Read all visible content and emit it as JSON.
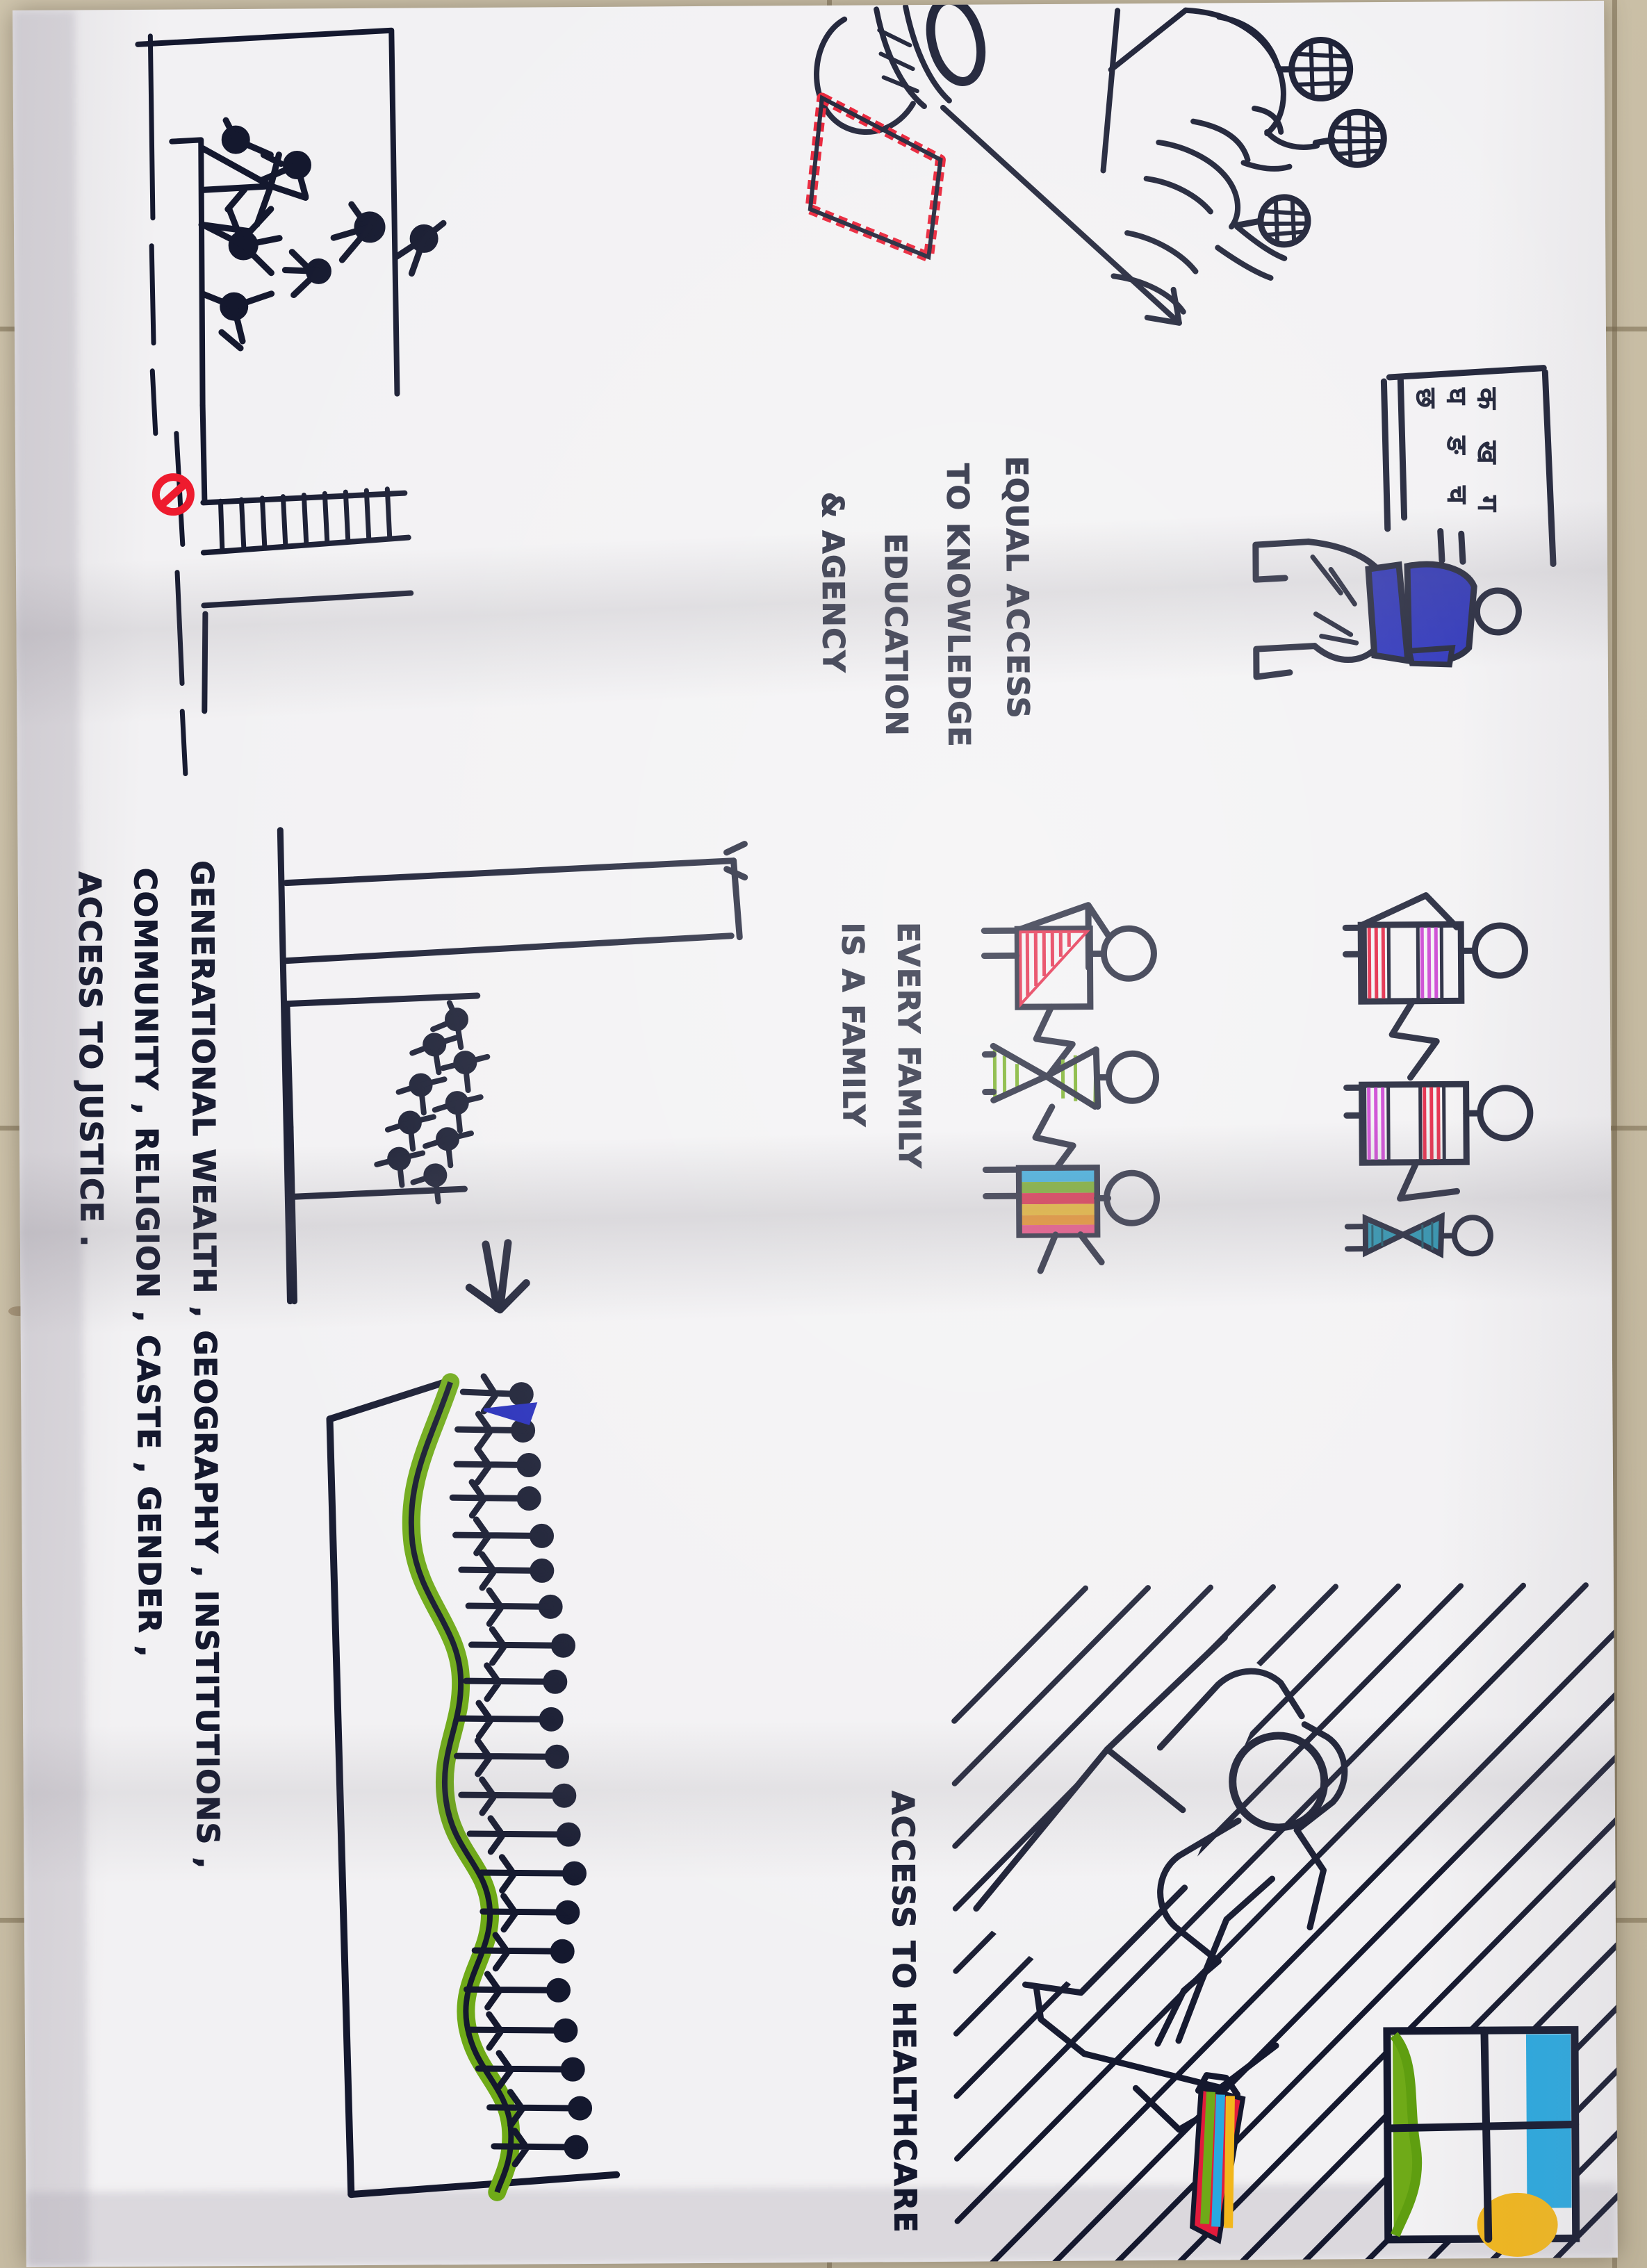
{
  "scene": {
    "medium": "hand-drawn marker poster photographed on a tiled floor",
    "paper_color": "#f2f1f3",
    "floor_color": "#cbbfa4",
    "ink_color": "#14182e",
    "orientation_note": "all handwriting is rotated 90 degrees clockwise"
  },
  "captions": [
    {
      "id": "equal-access",
      "line1": "EQUAL ACCESS",
      "line2": "TO  KNOWLEDGE",
      "line3": "EDUCATION",
      "line4": "& AGENCY"
    },
    {
      "id": "every-family",
      "line1": "EVERY  FAMILY",
      "line2": "IS A  FAMILY"
    },
    {
      "id": "barriers",
      "line1": "GENERATIONAL  WEALTH ,  GEOGRAPHY ,  INSTITUTIONS ,",
      "line2": "COMMUNITY ,  RELIGION ,  CASTE ,  GENDER ,",
      "line3": "ACCESS  TO  JUSTICE ."
    },
    {
      "id": "access-healthcare",
      "line1": "ACCESS  TO  HEALTHCARE"
    }
  ],
  "blackboard": {
    "name": "devanagari-alphabet-board",
    "rows": [
      "क  ख  ग",
      "घ  ङ  च",
      "छ"
    ]
  },
  "colors": {
    "red": "#e8142b",
    "crimson": "#e21b3c",
    "magenta": "#c93bd0",
    "pink": "#ef3f7a",
    "green": "#6faa18",
    "leaf_green": "#5f9e10",
    "bright_green": "#77b718",
    "blue": "#1f27b8",
    "sky_blue": "#29a9e0",
    "teal": "#1b8fae",
    "yellow": "#f2b71c",
    "orange": "#f08a12",
    "ink": "#14182e",
    "prohibit": "#ee1b2e"
  },
  "panels": [
    {
      "id": "panel-top-left",
      "title": "crowd-behind-barrier",
      "elements": [
        "building-frame",
        "crowd-of-stick-figures",
        "ladder",
        "prohibited-sign"
      ]
    },
    {
      "id": "panel-top-centre",
      "title": "classroom-scene",
      "elements": [
        "red-outlined-book",
        "pot-vessel",
        "seated-students",
        "teacher-figure",
        "blackboard",
        "student-at-desk-blue"
      ]
    },
    {
      "id": "panel-middle",
      "title": "every-family-is-a-family",
      "elements": [
        "family-group-left",
        "family-group-right",
        "colour-striped-torsos",
        "rainbow-torso"
      ]
    },
    {
      "id": "panel-bottom-left",
      "title": "queue-along-green-path",
      "elements": [
        "frame",
        "green-wavy-path",
        "queue-of-figures",
        "blue-arrow-marker",
        "down-arrow"
      ]
    },
    {
      "id": "panel-bottom-right",
      "title": "patient-in-hospital-bed",
      "elements": [
        "hatched-background",
        "person-in-bed",
        "window-with-bush-sun-sky",
        "rainbow-stripe"
      ]
    }
  ],
  "figure_colors": {
    "family_left": [
      "#e21b3c",
      "#6faa18",
      "rainbow"
    ],
    "family_right": [
      "#e21b3c+#c93bd0",
      "#c93bd0+#e21b3c",
      "#1b8fae"
    ],
    "family_lower_left": [
      "#f2b71c+#29a9e0",
      "#e21b3c"
    ],
    "family_lower_right": [
      "#e21b3c",
      "#29a9e0"
    ]
  }
}
